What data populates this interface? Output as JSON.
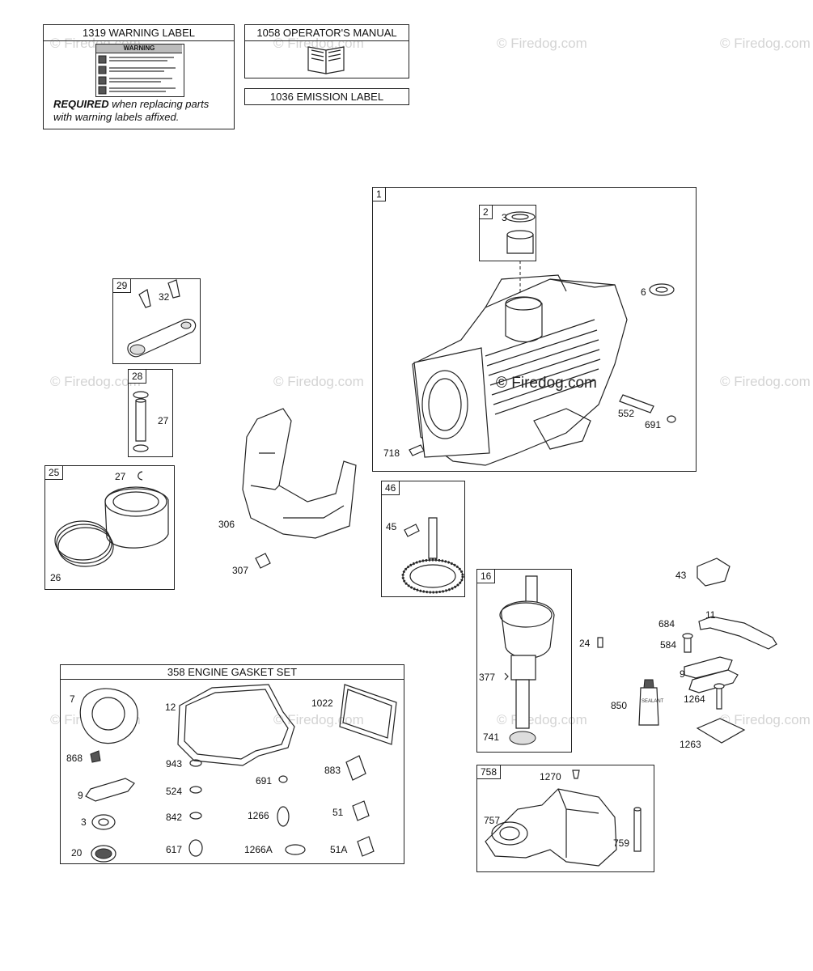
{
  "watermark": "© Firedog.com",
  "center_watermark": "© Firedog.com",
  "warning_label": {
    "title": "1319 WARNING LABEL",
    "sticker_heading": "WARNING",
    "required_bold": "REQUIRED",
    "required_rest": " when replacing parts",
    "required_line2": "with warning labels affixed."
  },
  "operators_manual": {
    "title": "1058 OPERATOR'S MANUAL"
  },
  "emission_label": {
    "title": "1036 EMISSION LABEL"
  },
  "gasket_set": {
    "title": "358 ENGINE GASKET SET"
  },
  "sealant_label": "SEALANT",
  "part_numbers": {
    "n1": "1",
    "n2": "2",
    "n3a": "3",
    "n6": "6",
    "n552": "552",
    "n691a": "691",
    "n718": "718",
    "n29": "29",
    "n32": "32",
    "n28": "28",
    "n27a": "27",
    "n25": "25",
    "n27b": "27",
    "n26": "26",
    "n306": "306",
    "n307": "307",
    "n46": "46",
    "n45": "45",
    "n16": "16",
    "n377": "377",
    "n741": "741",
    "n24": "24",
    "n43": "43",
    "n684": "684",
    "n11": "11",
    "n584": "584",
    "n9a": "9",
    "n850": "850",
    "n1264": "1264",
    "n1263": "1263",
    "n758": "758",
    "n1270": "1270",
    "n757": "757",
    "n759": "759",
    "n7": "7",
    "n868": "868",
    "n9b": "9",
    "n3b": "3",
    "n20": "20",
    "n12": "12",
    "n943": "943",
    "n524": "524",
    "n842": "842",
    "n617": "617",
    "n691b": "691",
    "n1266": "1266",
    "n1266a": "1266A",
    "n1022": "1022",
    "n883": "883",
    "n51": "51",
    "n51a": "51A"
  }
}
